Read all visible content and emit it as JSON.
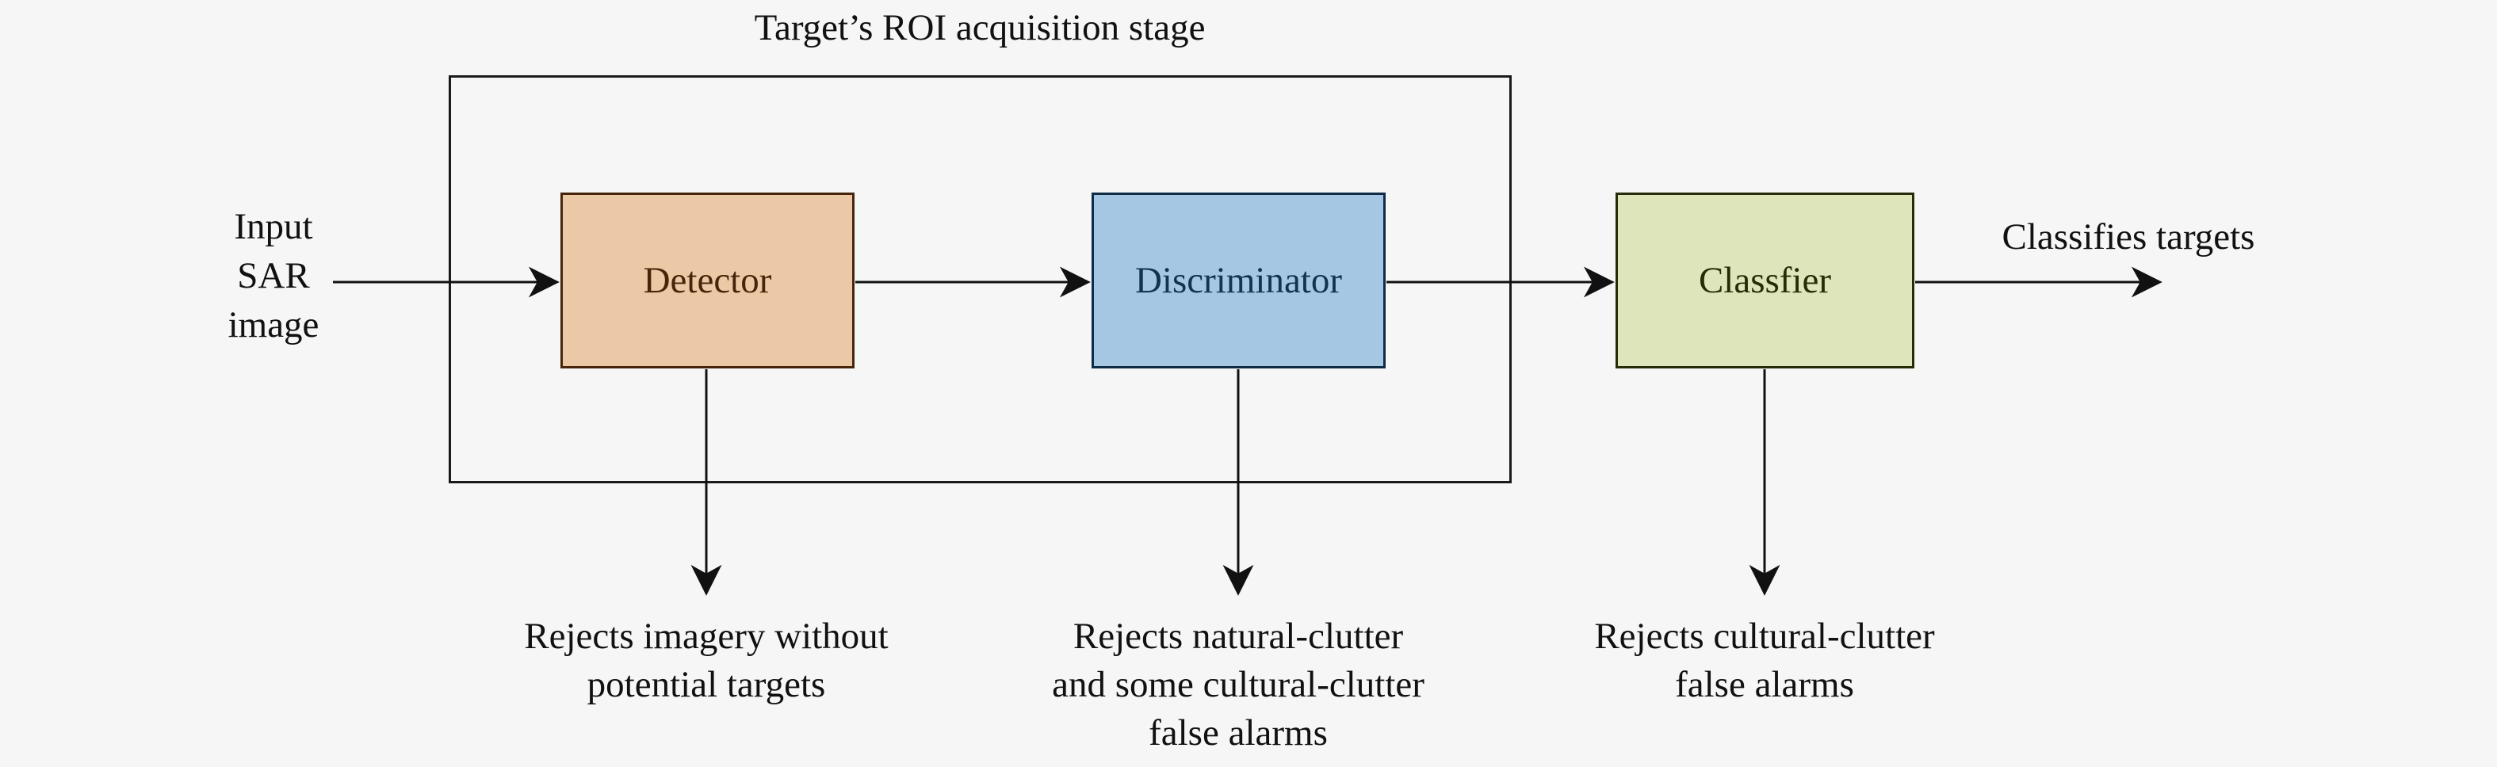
{
  "title": "Target’s ROI acquisition stage",
  "input_label": {
    "lines": [
      "Input",
      "SAR",
      "image"
    ]
  },
  "output_label": "Classifies targets",
  "blocks": [
    {
      "label": "Detector",
      "fill": "#ecc9a6",
      "border": "#46250b",
      "text_color": "#46250b",
      "reject_lines": [
        "Rejects imagery without",
        "potential targets"
      ]
    },
    {
      "label": "Discriminator",
      "fill": "#a5c7e3",
      "border": "#0e2c46",
      "text_color": "#12344f",
      "reject_lines": [
        "Rejects natural-clutter",
        "and some cultural-clutter",
        "false alarms"
      ]
    },
    {
      "label": "Classfier",
      "fill": "#dfe5bb",
      "border": "#252c08",
      "text_color": "#252c08",
      "reject_lines": [
        "Rejects cultural-clutter",
        "false alarms"
      ]
    }
  ],
  "colors": {
    "background": "#f6f6f6",
    "line": "#111111",
    "outer_border": "#1a1a1a",
    "text": "#111111"
  }
}
